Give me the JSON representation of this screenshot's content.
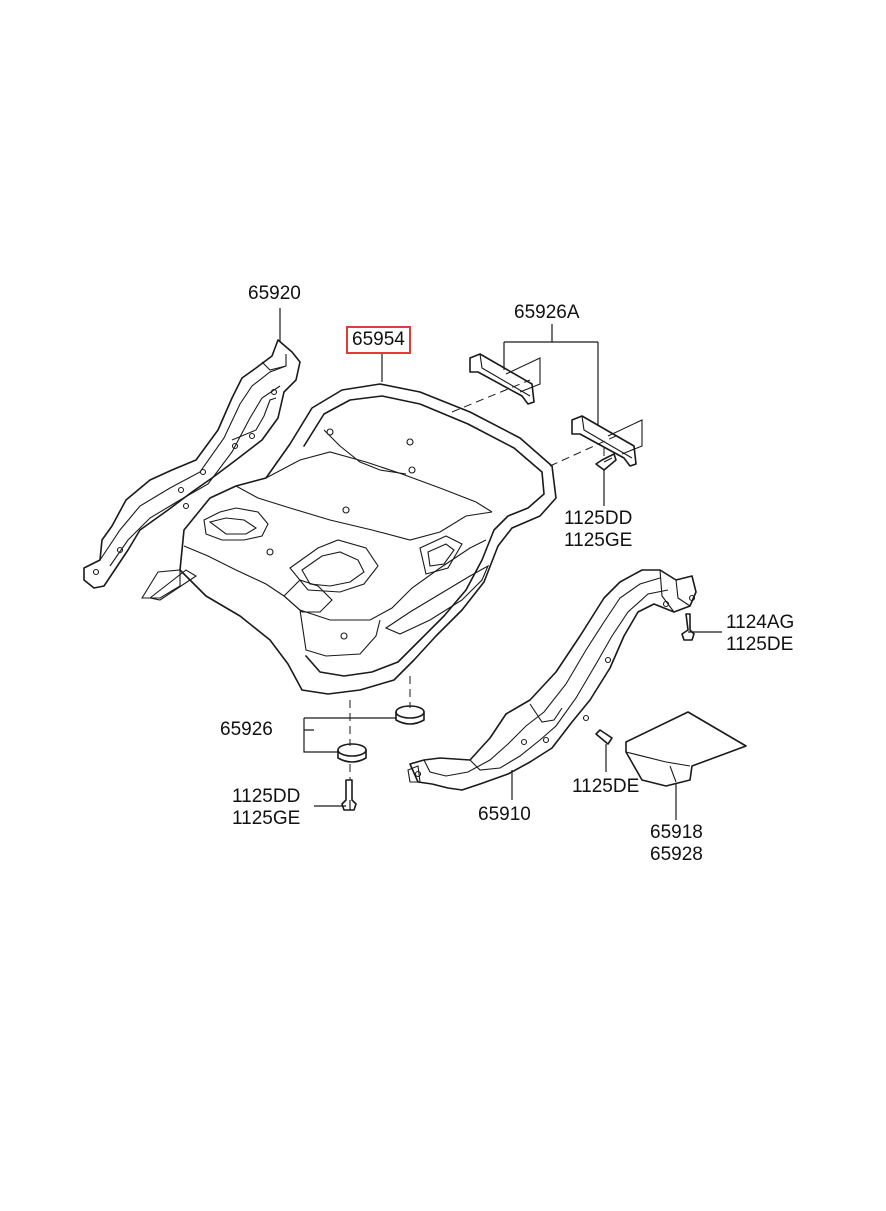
{
  "parts": {
    "p65920": "65920",
    "p65954": "65954",
    "p65926A": "65926A",
    "p1125DD_a": "1125DD",
    "p1125GE_a": "1125GE",
    "p1124AG": "1124AG",
    "p1125DE_a": "1125DE",
    "p65926": "65926",
    "p1125DD_b": "1125DD",
    "p1125GE_b": "1125GE",
    "p1125DE_b": "1125DE",
    "p65910": "65910",
    "p65918": "65918",
    "p65928": "65928"
  },
  "highlight_color": "#e23b3b"
}
